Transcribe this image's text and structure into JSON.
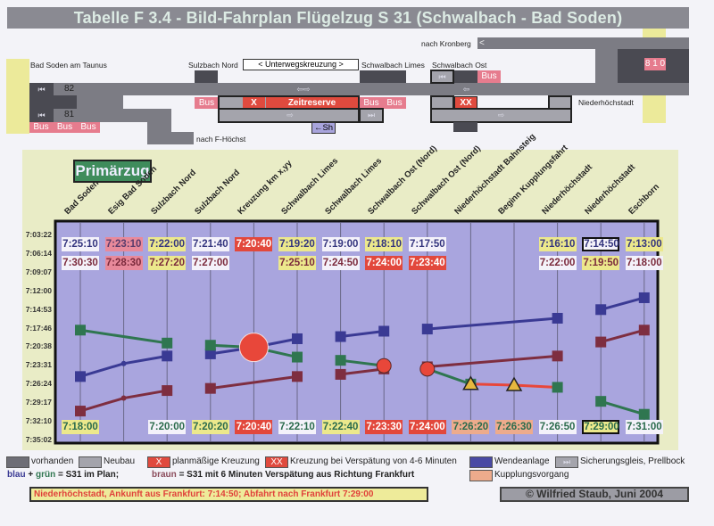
{
  "title": "Tabelle F 3.4 - Bild-Fahrplan Flügelzug S 31 (Schwalbach - Bad Soden)",
  "track": {
    "bad_soden": "Bad Soden am Taunus",
    "sulzbach_nord": "Sulzbach Nord",
    "unterwegskreuzung": "< Unterwegskreuzung >",
    "schwalbach_limes": "Schwalbach Limes",
    "schwalbach_ost": "Schwalbach Ost",
    "nach_kronberg": "nach Kronberg",
    "kronberg_arrow": "<",
    "niederhoechstadt": "Niederhöchstadt",
    "nach_f_hoechst": "nach F-Höchst",
    "track_82": "82",
    "track_81": "81",
    "track_810": "8 1 0",
    "bus": "Bus",
    "x": "X",
    "xx": "XX",
    "zeitreserve": "Zeitreserve",
    "sh": "←Sh",
    "arrow_both": "⇦⇨",
    "arrow_right": "⇨",
    "arrow_left": "⇦",
    "rewind": "⏮",
    "forward": "⏭"
  },
  "chart_data": {
    "type": "line",
    "title": "Primärzug",
    "stations": [
      "Bad Soden",
      "Esig Bad Soden",
      "Sulzbach Nord",
      "Sulzbach Nord",
      "Kreuzung km x,yy",
      "Schwalbach Limes",
      "Schwalbach Limes",
      "Schwalbach Ost (Nord)",
      "Schwalbach Ost (Nord)",
      "Niederhöchstadt Bahnsteig",
      "Beginn Kupplungsfahrt",
      "Niederhöchstadt",
      "Niederhöchstadt",
      "Eschborn"
    ],
    "y_ticks": [
      "7:03:22",
      "7:06:14",
      "7:09:07",
      "7:12:00",
      "7:14:53",
      "7:17:46",
      "7:20:38",
      "7:23:31",
      "7:26:24",
      "7:29:17",
      "7:32:10",
      "7:35:02"
    ],
    "ylim": [
      "7:03:22",
      "7:35:02"
    ],
    "y_inverted": true,
    "series": [
      {
        "name": "blau",
        "color": "#3a3a94",
        "segments": [
          [
            [
              0,
              "7:25:10"
            ],
            [
              1,
              "7:23:10"
            ],
            [
              2,
              "7:22:00"
            ]
          ],
          [
            [
              3,
              "7:21:40"
            ],
            [
              4,
              "7:20:40"
            ],
            [
              5,
              "7:19:20"
            ]
          ],
          [
            [
              6,
              "7:19:00"
            ],
            [
              7,
              "7:18:10"
            ]
          ],
          [
            [
              8,
              "7:17:50"
            ],
            [
              11,
              "7:16:10"
            ]
          ],
          [
            [
              12,
              "7:14:50"
            ],
            [
              13,
              "7:13:00"
            ]
          ]
        ]
      },
      {
        "name": "braun",
        "color": "#7e2e40",
        "segments": [
          [
            [
              0,
              "7:30:30"
            ],
            [
              1,
              "7:28:30"
            ],
            [
              2,
              "7:27:20"
            ]
          ],
          [
            [
              3,
              "7:27:00"
            ],
            [
              5,
              "7:25:10"
            ]
          ],
          [
            [
              6,
              "7:24:50"
            ],
            [
              7,
              "7:24:00"
            ]
          ],
          [
            [
              8,
              "7:23:40"
            ],
            [
              11,
              "7:22:00"
            ]
          ],
          [
            [
              12,
              "7:19:50"
            ],
            [
              13,
              "7:18:00"
            ]
          ]
        ]
      },
      {
        "name": "grün",
        "color": "#2f7650",
        "segments": [
          [
            [
              0,
              "7:18:00"
            ],
            [
              2,
              "7:20:00"
            ]
          ],
          [
            [
              3,
              "7:20:20"
            ],
            [
              4,
              "7:20:40"
            ],
            [
              5,
              "7:22:10"
            ]
          ],
          [
            [
              6,
              "7:22:40"
            ],
            [
              7,
              "7:23:30"
            ]
          ],
          [
            [
              8,
              "7:24:00"
            ],
            [
              9,
              "7:26:20"
            ]
          ],
          [
            [
              12,
              "7:29:00"
            ],
            [
              13,
              "7:31:00"
            ]
          ]
        ]
      },
      {
        "name": "Kupplung",
        "color": "#e8473a",
        "segments": [
          [
            [
              9,
              "7:26:20"
            ],
            [
              10,
              "7:26:30"
            ],
            [
              11,
              "7:26:50"
            ]
          ]
        ]
      }
    ],
    "crossings": [
      {
        "station": 4,
        "time": "7:20:40",
        "size": "large"
      },
      {
        "station": 7,
        "time": "7:23:30",
        "size": "small"
      },
      {
        "station": 8,
        "time": "7:24:00",
        "size": "small"
      }
    ],
    "coupling_points": [
      {
        "station": 9,
        "time": "7:26:20"
      },
      {
        "station": 10,
        "time": "7:26:30"
      }
    ],
    "labels_top1": [
      {
        "t": "7:25:10",
        "c": "white",
        "tc": "blue"
      },
      {
        "t": "7:23:10",
        "c": "pink",
        "tc": "pinkblue"
      },
      {
        "t": "7:22:00",
        "c": "yellow",
        "tc": "blue"
      },
      {
        "t": "7:21:40",
        "c": "white",
        "tc": "blue"
      },
      {
        "t": "7:20:40",
        "c": "red",
        "tc": "blue"
      },
      {
        "t": "7:19:20",
        "c": "yellow",
        "tc": "blue"
      },
      {
        "t": "7:19:00",
        "c": "white",
        "tc": "blue"
      },
      {
        "t": "7:18:10",
        "c": "yellow",
        "tc": "blue"
      },
      {
        "t": "7:17:50",
        "c": "white",
        "tc": "blue"
      },
      null,
      null,
      {
        "t": "7:16:10",
        "c": "yellow",
        "tc": "blue"
      },
      {
        "t": "7:14:50",
        "c": "white",
        "tc": "blue",
        "b": true
      },
      {
        "t": "7:13:00",
        "c": "yellow",
        "tc": "blue"
      }
    ],
    "labels_top2": [
      {
        "t": "7:30:30",
        "c": "white",
        "tc": "brown"
      },
      {
        "t": "7:28:30",
        "c": "pink",
        "tc": "brown"
      },
      {
        "t": "7:27:20",
        "c": "yellow",
        "tc": "brown"
      },
      {
        "t": "7:27:00",
        "c": "white",
        "tc": "brown"
      },
      null,
      {
        "t": "7:25:10",
        "c": "yellow",
        "tc": "brown"
      },
      {
        "t": "7:24:50",
        "c": "white",
        "tc": "brown"
      },
      {
        "t": "7:24:00",
        "c": "red",
        "tc": "brown"
      },
      {
        "t": "7:23:40",
        "c": "red",
        "tc": "brown"
      },
      null,
      null,
      {
        "t": "7:22:00",
        "c": "white",
        "tc": "brown"
      },
      {
        "t": "7:19:50",
        "c": "yellow",
        "tc": "brown"
      },
      {
        "t": "7:18:00",
        "c": "white",
        "tc": "brown"
      }
    ],
    "labels_bottom": [
      {
        "t": "7:18:00",
        "c": "yellow",
        "tc": "green"
      },
      null,
      {
        "t": "7:20:00",
        "c": "white",
        "tc": "green"
      },
      {
        "t": "7:20:20",
        "c": "yellow",
        "tc": "green"
      },
      {
        "t": "7:20:40",
        "c": "red",
        "tc": "green"
      },
      {
        "t": "7:22:10",
        "c": "white",
        "tc": "green"
      },
      {
        "t": "7:22:40",
        "c": "yellow",
        "tc": "green"
      },
      {
        "t": "7:23:30",
        "c": "red",
        "tc": "green"
      },
      {
        "t": "7:24:00",
        "c": "red",
        "tc": "green"
      },
      {
        "t": "7:26:20",
        "c": "salmon",
        "tc": "green"
      },
      {
        "t": "7:26:30",
        "c": "salmon",
        "tc": "green"
      },
      {
        "t": "7:26:50",
        "c": "white",
        "tc": "green"
      },
      {
        "t": "7:29:00",
        "c": "yellow",
        "tc": "green",
        "b": true
      },
      {
        "t": "7:31:00",
        "c": "white",
        "tc": "green"
      }
    ]
  },
  "legend": {
    "vorhanden": "vorhanden",
    "neubau": "Neubau",
    "x_swatch": "X",
    "planmaessig": "planmäßige Kreuzung",
    "xx_swatch": "XX",
    "verspaetung": "Kreuzung bei Verspätung von 4-6 Minuten",
    "wendeanlage": "Wendeanlage",
    "sicherungsgleis": "Sicherungsgleis, Prellbock",
    "kupplung": "Kupplungsvorgang",
    "blau": "blau",
    "plus": "+",
    "gruen": "grün",
    "plan_text": "= S31 im Plan;",
    "braun": "braun",
    "verspaetung_text": "= S31 mit 6 Minuten Verspätung aus Richtung Frankfurt"
  },
  "footer": {
    "note": "Niederhöchstadt, Ankunft aus Frankfurt: 7:14:50; Abfahrt nach Frankfurt 7:29:00",
    "copyright": "© Wilfried Staub, Juni 2004"
  }
}
